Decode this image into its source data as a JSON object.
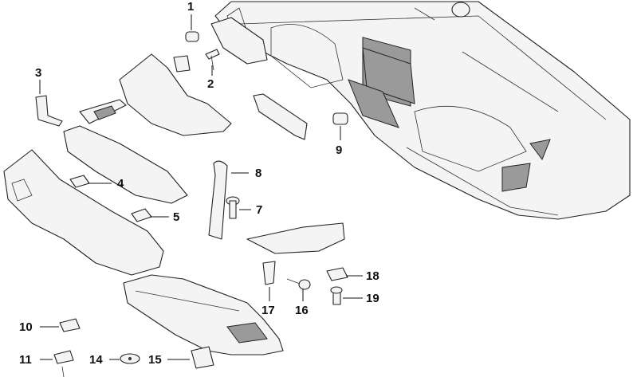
{
  "callouts": [
    {
      "id": "1",
      "label": "1"
    },
    {
      "id": "2",
      "label": "2"
    },
    {
      "id": "3",
      "label": "3"
    },
    {
      "id": "4",
      "label": "4"
    },
    {
      "id": "5",
      "label": "5"
    },
    {
      "id": "7",
      "label": "7"
    },
    {
      "id": "8",
      "label": "8"
    },
    {
      "id": "9",
      "label": "9"
    },
    {
      "id": "10",
      "label": "10"
    },
    {
      "id": "11",
      "label": "11"
    },
    {
      "id": "14",
      "label": "14"
    },
    {
      "id": "15",
      "label": "15"
    },
    {
      "id": "16",
      "label": "16"
    },
    {
      "id": "17",
      "label": "17"
    },
    {
      "id": "18",
      "label": "18"
    },
    {
      "id": "19",
      "label": "19"
    }
  ]
}
